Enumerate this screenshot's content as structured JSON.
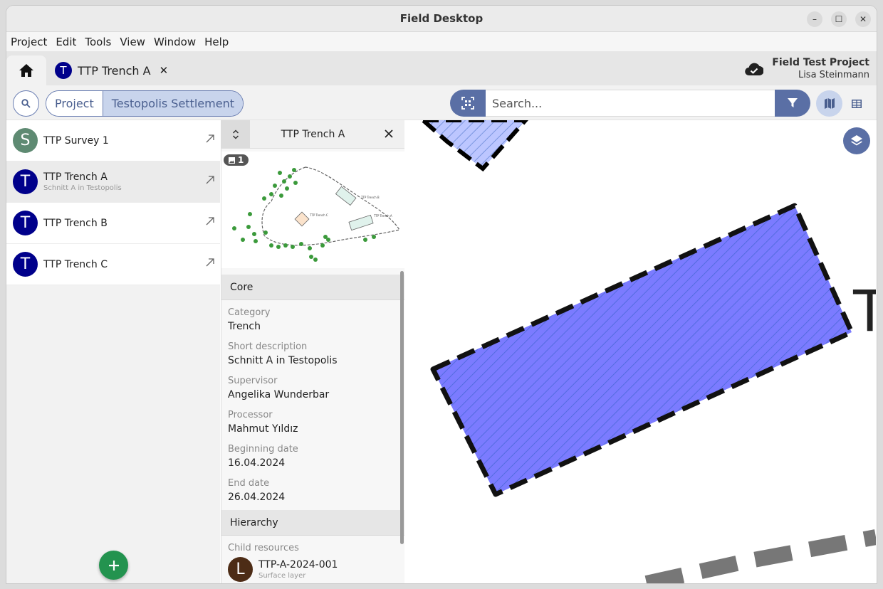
{
  "window": {
    "title": "Field Desktop"
  },
  "menu": [
    "Project",
    "Edit",
    "Tools",
    "View",
    "Window",
    "Help"
  ],
  "tabs": {
    "doc_tab": {
      "avatar": "T",
      "label": "TTP Trench A"
    }
  },
  "project": {
    "name": "Field Test Project",
    "user": "Lisa Steinmann"
  },
  "breadcrumb": {
    "root": "Project",
    "current": "Testopolis Settlement"
  },
  "search": {
    "placeholder": "Search..."
  },
  "resources": [
    {
      "avatar": "S",
      "name": "TTP Survey 1",
      "desc": ""
    },
    {
      "avatar": "T",
      "name": "TTP Trench A",
      "desc": "Schnitt A in Testopolis"
    },
    {
      "avatar": "T",
      "name": "TTP Trench B",
      "desc": ""
    },
    {
      "avatar": "T",
      "name": "TTP Trench C",
      "desc": ""
    }
  ],
  "sidebar": {
    "title": "TTP Trench A",
    "image_count": "1",
    "thumb_labels": {
      "a": "TTP Trench B",
      "b": "TTP Trench C",
      "c": "TTP Trench A"
    },
    "core": {
      "heading": "Core",
      "fields": [
        {
          "label": "Category",
          "value": "Trench"
        },
        {
          "label": "Short description",
          "value": "Schnitt A in Testopolis"
        },
        {
          "label": "Supervisor",
          "value": "Angelika Wunderbar"
        },
        {
          "label": "Processor",
          "value": "Mahmut Yıldız"
        },
        {
          "label": "Beginning date",
          "value": "16.04.2024"
        },
        {
          "label": "End date",
          "value": "26.04.2024"
        }
      ]
    },
    "hierarchy": {
      "heading": "Hierarchy",
      "child_label": "Child resources",
      "child": {
        "avatar": "L",
        "name": "TTP-A-2024-001",
        "desc": "Surface layer"
      }
    }
  },
  "map": {
    "label_fragment": "T"
  },
  "colors": {
    "accent": "#5a6fa5",
    "trench_fill": "#7b7bff",
    "fab": "#23934f",
    "avatar_trench": "#00008b",
    "avatar_survey": "#5e8a72"
  }
}
